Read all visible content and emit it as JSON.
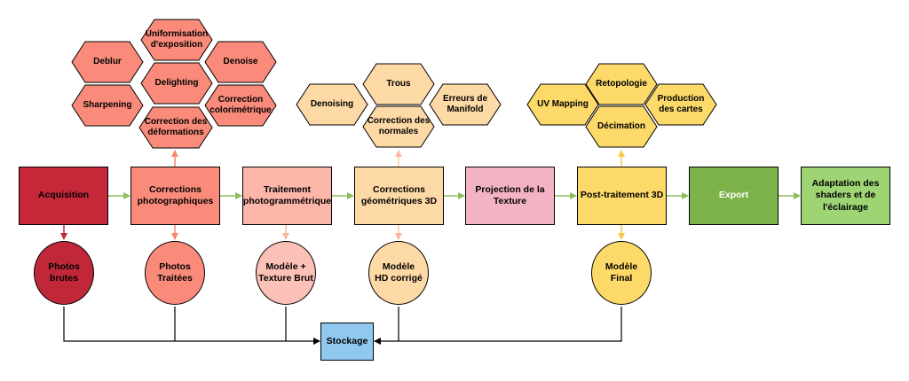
{
  "colors": {
    "acquisition": "#c6283a",
    "corrections_photo": "#fa8b7a",
    "traitement": "#fcb6aa",
    "corrections_geo": "#fdd9a6",
    "projection": "#f3b3c5",
    "post_traitement": "#fcd968",
    "export": "#7db24a",
    "adaptation": "#9ed474",
    "stockage": "#91c8ef",
    "circle_photos_brutes": "#c0283a",
    "circle_photos_traitees": "#fa8b7a",
    "circle_modele_brut": "#fcc1b6",
    "circle_modele_hd": "#fdd9a6",
    "circle_modele_final": "#fcd968",
    "hex_red": "#fa8b7a",
    "hex_orange": "#fdd9a6",
    "hex_yellow": "#fcd968",
    "arrow_red": "#c0283a",
    "arrow_salmon": "#f5876f",
    "arrow_peach": "#fbb79b",
    "arrow_green": "#8bbf5a",
    "line_black": "#000000"
  },
  "pipeline": {
    "acquisition": "Acquisition",
    "corrections_photo": "Corrections photographiques",
    "traitement": "Traitement photogrammétrique",
    "corrections_geo": "Corrections géométriques 3D",
    "projection": "Projection de la Texture",
    "post_traitement": "Post-traitement 3D",
    "export": "Export",
    "adaptation": "Adaptation des shaders et de l'éclairage"
  },
  "outputs": {
    "photos_brutes": "Photos brutes",
    "photos_traitees": "Photos Traitées",
    "modele_brut": "Modèle + Texture Brut",
    "modele_hd": "Modèle HD corrigé",
    "modele_final": "Modèle Final"
  },
  "storage": {
    "label": "Stockage"
  },
  "hex_photo": {
    "uniformisation": "Uniformisation d'exposition",
    "deblur": "Deblur",
    "denoise": "Denoise",
    "delighting": "Delighting",
    "sharpening": "Sharpening",
    "correction_colorimetrique": "Correction colorimétrique",
    "correction_deformations": "Correction des déformations"
  },
  "hex_geo": {
    "trous": "Trous",
    "denoising": "Denoising",
    "erreurs_manifold": "Erreurs de Manifold",
    "correction_normales": "Correction des normales"
  },
  "hex_post": {
    "retopologie": "Retopologie",
    "uv_mapping": "UV Mapping",
    "production_cartes": "Production des cartes",
    "decimation": "Décimation"
  }
}
